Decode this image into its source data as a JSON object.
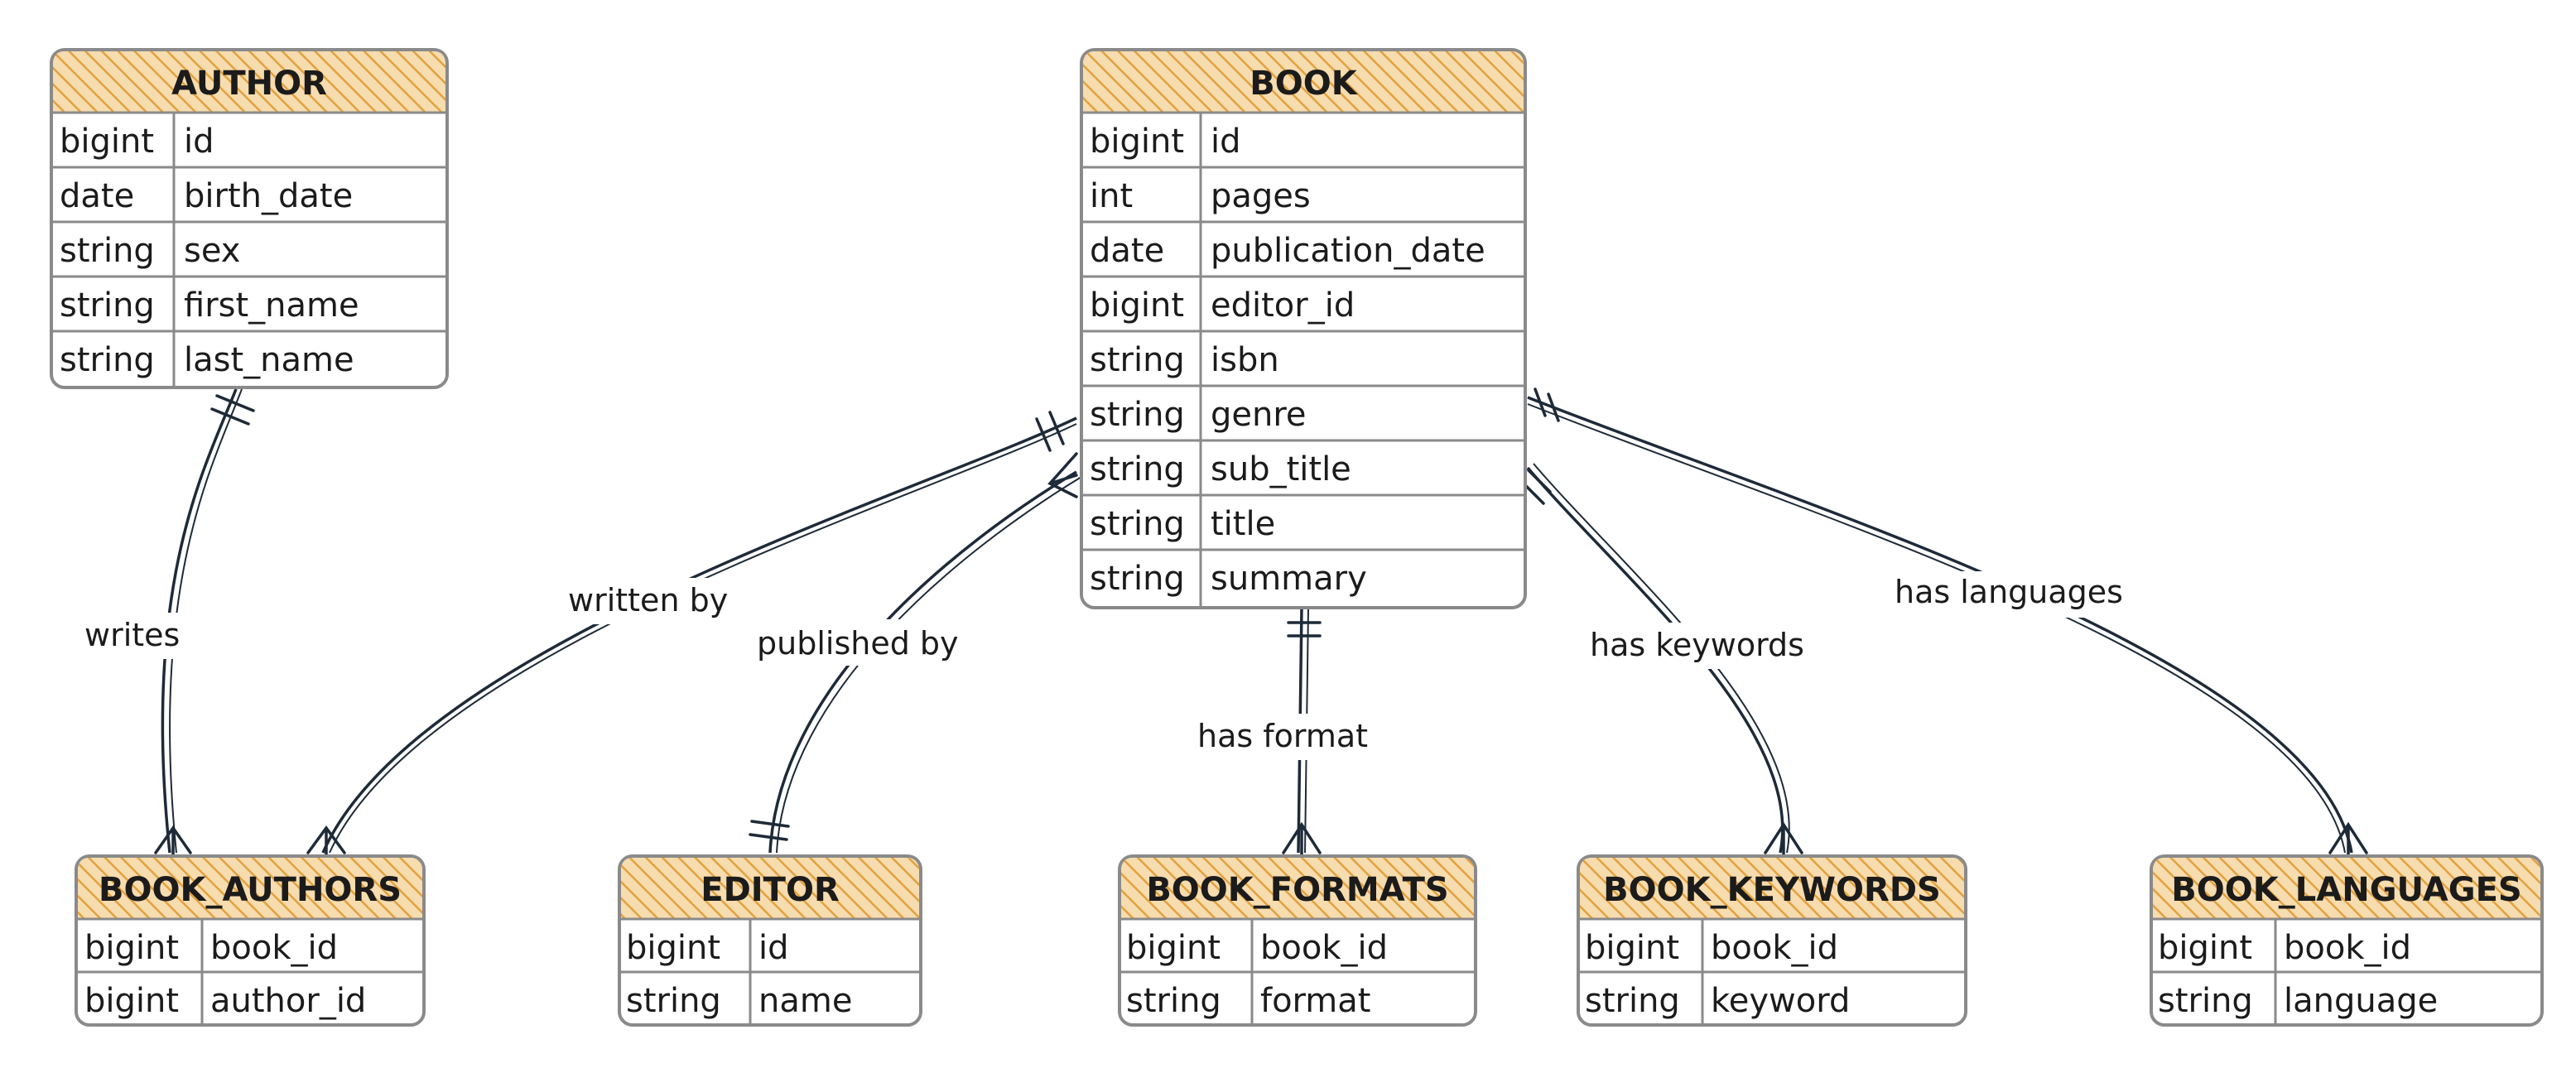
{
  "colors": {
    "header_fill": "#f3cf96",
    "header_hatch": "#e3a13e",
    "frame": "#8a8a8a",
    "line": "#1e2a38",
    "text": "#1b1b1b"
  },
  "entities": [
    {
      "id": "author",
      "title": "AUTHOR",
      "rows": [
        {
          "type": "bigint",
          "name": "id"
        },
        {
          "type": "date",
          "name": "birth_date"
        },
        {
          "type": "string",
          "name": "sex"
        },
        {
          "type": "string",
          "name": "first_name"
        },
        {
          "type": "string",
          "name": "last_name"
        }
      ]
    },
    {
      "id": "book",
      "title": "BOOK",
      "rows": [
        {
          "type": "bigint",
          "name": "id"
        },
        {
          "type": "int",
          "name": "pages"
        },
        {
          "type": "date",
          "name": "publication_date"
        },
        {
          "type": "bigint",
          "name": "editor_id"
        },
        {
          "type": "string",
          "name": "isbn"
        },
        {
          "type": "string",
          "name": "genre"
        },
        {
          "type": "string",
          "name": "sub_title"
        },
        {
          "type": "string",
          "name": "title"
        },
        {
          "type": "string",
          "name": "summary"
        }
      ]
    },
    {
      "id": "book_authors",
      "title": "BOOK_AUTHORS",
      "rows": [
        {
          "type": "bigint",
          "name": "book_id"
        },
        {
          "type": "bigint",
          "name": "author_id"
        }
      ]
    },
    {
      "id": "editor",
      "title": "EDITOR",
      "rows": [
        {
          "type": "bigint",
          "name": "id"
        },
        {
          "type": "string",
          "name": "name"
        }
      ]
    },
    {
      "id": "book_formats",
      "title": "BOOK_FORMATS",
      "rows": [
        {
          "type": "bigint",
          "name": "book_id"
        },
        {
          "type": "string",
          "name": "format"
        }
      ]
    },
    {
      "id": "book_keywords",
      "title": "BOOK_KEYWORDS",
      "rows": [
        {
          "type": "bigint",
          "name": "book_id"
        },
        {
          "type": "string",
          "name": "keyword"
        }
      ]
    },
    {
      "id": "book_languages",
      "title": "BOOK_LANGUAGES",
      "rows": [
        {
          "type": "bigint",
          "name": "book_id"
        },
        {
          "type": "string",
          "name": "language"
        }
      ]
    }
  ],
  "relationships": [
    {
      "id": "writes",
      "label": "writes",
      "from": "AUTHOR",
      "to": "BOOK_AUTHORS",
      "from_card": "exactly one",
      "to_card": "many"
    },
    {
      "id": "written_by",
      "label": "written by",
      "from": "BOOK",
      "to": "BOOK_AUTHORS",
      "from_card": "exactly one",
      "to_card": "many"
    },
    {
      "id": "published_by",
      "label": "published by",
      "from": "BOOK",
      "to": "EDITOR",
      "from_card": "many",
      "to_card": "exactly one"
    },
    {
      "id": "has_format",
      "label": "has format",
      "from": "BOOK",
      "to": "BOOK_FORMATS",
      "from_card": "exactly one",
      "to_card": "many"
    },
    {
      "id": "has_keywords",
      "label": "has keywords",
      "from": "BOOK",
      "to": "BOOK_KEYWORDS",
      "from_card": "exactly one",
      "to_card": "many"
    },
    {
      "id": "has_languages",
      "label": "has languages",
      "from": "BOOK",
      "to": "BOOK_LANGUAGES",
      "from_card": "exactly one",
      "to_card": "many"
    }
  ]
}
